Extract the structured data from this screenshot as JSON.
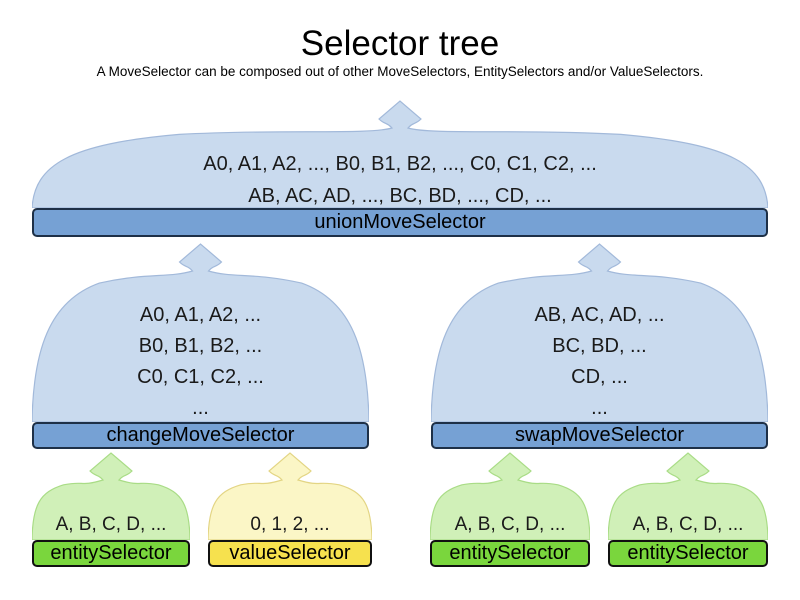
{
  "title": "Selector tree",
  "subtitle": "A MoveSelector can be composed out of other MoveSelectors, EntitySelectors and/or ValueSelectors.",
  "palette": {
    "background": "#ffffff",
    "text": "#141414",
    "cloud_blue_fill": "#c9daee",
    "cloud_blue_stroke": "#a2b9da",
    "bar_blue_fill": "#76a1d4",
    "bar_blue_stroke": "#1e3047",
    "cloud_green_fill": "#d0f0b8",
    "cloud_green_stroke": "#a9dc86",
    "bar_green_fill": "#7ad63d",
    "bar_green_stroke": "#111111",
    "cloud_yellow_fill": "#fbf6c6",
    "cloud_yellow_stroke": "#e3d584",
    "bar_yellow_fill": "#f6e14e",
    "bar_yellow_stroke": "#111111"
  },
  "nodes": [
    {
      "label": "unionMoveSelector",
      "color": "blue",
      "lines": [
        "A0, A1, A2, ..., B0, B1, B2, ..., C0, C1, C2, ...",
        "AB, AC, AD, ..., BC, BD, ..., CD, ..."
      ]
    },
    {
      "label": "changeMoveSelector",
      "color": "blue",
      "lines": [
        "A0, A1, A2, ...",
        "B0, B1, B2, ...",
        "C0, C1, C2, ...",
        "..."
      ]
    },
    {
      "label": "swapMoveSelector",
      "color": "blue",
      "lines": [
        "AB, AC, AD, ...",
        "BC, BD, ...",
        "CD, ...",
        "..."
      ]
    },
    {
      "label": "entitySelector",
      "color": "green",
      "lines": [
        "A, B, C, D, ..."
      ]
    },
    {
      "label": "valueSelector",
      "color": "yellow",
      "lines": [
        "0, 1, 2, ..."
      ]
    },
    {
      "label": "entitySelector",
      "color": "green",
      "lines": [
        "A, B, C, D, ..."
      ]
    },
    {
      "label": "entitySelector",
      "color": "green",
      "lines": [
        "A, B, C, D, ..."
      ]
    }
  ]
}
